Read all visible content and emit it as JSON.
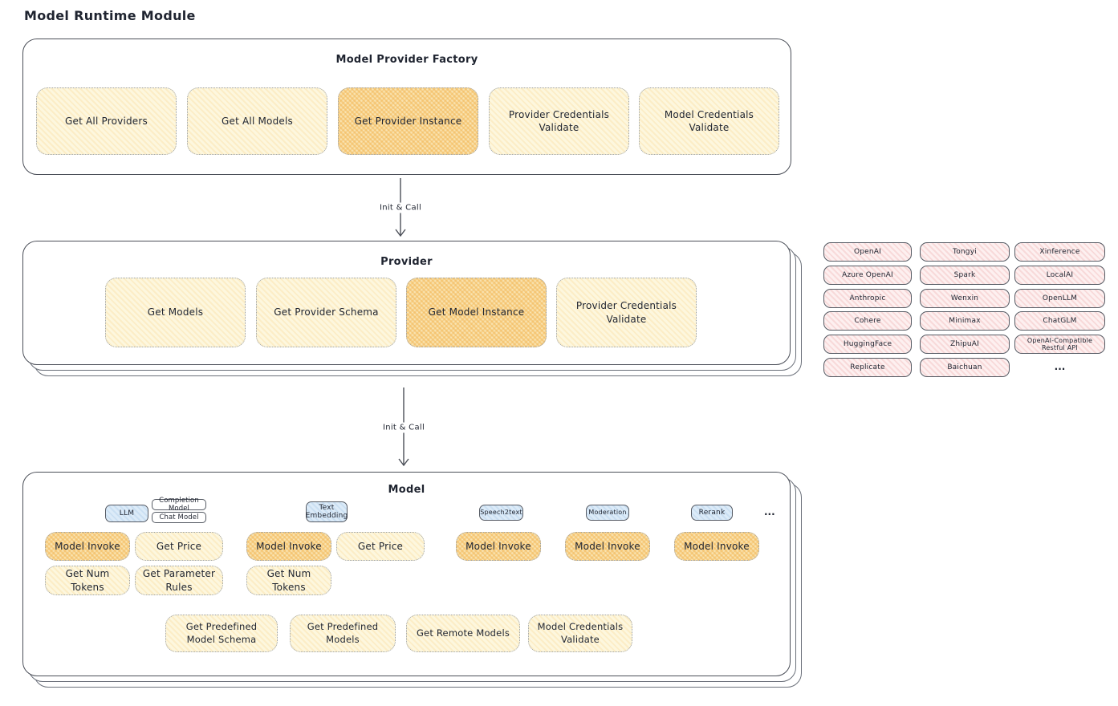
{
  "page": {
    "title": "Model Runtime Module"
  },
  "colors": {
    "button_cream": "#fdf7de",
    "button_highlight": "#f9e3b0",
    "provider_pink": "#fdf0f0",
    "tag_blue": "#dcebf8",
    "stroke": "#4b4f58"
  },
  "factory": {
    "title": "Model Provider Factory",
    "buttons": [
      {
        "label": "Get All Providers",
        "highlight": false
      },
      {
        "label": "Get All Models",
        "highlight": false
      },
      {
        "label": "Get Provider Instance",
        "highlight": true
      },
      {
        "label": "Provider Credentials Validate",
        "highlight": false
      },
      {
        "label": "Model Credentials Validate",
        "highlight": false
      }
    ]
  },
  "arrows": {
    "label1": "Init & Call",
    "label2": "Init & Call"
  },
  "provider": {
    "title": "Provider",
    "buttons": [
      {
        "label": "Get Models",
        "highlight": false
      },
      {
        "label": "Get Provider Schema",
        "highlight": false
      },
      {
        "label": "Get Model Instance",
        "highlight": true
      },
      {
        "label": "Provider Credentials Validate",
        "highlight": false
      }
    ]
  },
  "grid": {
    "columns": [
      [
        "OpenAI",
        "Azure OpenAI",
        "Anthropic",
        "Cohere",
        "HuggingFace",
        "Replicate"
      ],
      [
        "Tongyi",
        "Spark",
        "Wenxin",
        "Minimax",
        "ZhipuAI",
        "Baichuan"
      ],
      [
        "Xinference",
        "LocalAI",
        "OpenLLM",
        "ChatGLM",
        "OpenAI-Compatible Restful API"
      ]
    ],
    "ellipsis": "..."
  },
  "model": {
    "title": "Model",
    "groups": [
      {
        "tag": "LLM",
        "subtags": [
          "Completion Model",
          "Chat Model"
        ],
        "buttons": [
          "Model Invoke",
          "Get Price",
          "Get Num Tokens",
          "Get Parameter Rules"
        ]
      },
      {
        "tag": "Text Embedding",
        "buttons": [
          "Model Invoke",
          "Get Price",
          "Get Num Tokens"
        ]
      },
      {
        "tag": "Speech2text",
        "buttons": [
          "Model Invoke"
        ]
      },
      {
        "tag": "Moderation",
        "buttons": [
          "Model Invoke"
        ]
      },
      {
        "tag": "Rerank",
        "buttons": [
          "Model Invoke"
        ]
      }
    ],
    "tags_ellipsis": "...",
    "bottom_buttons": [
      "Get Predefined Model Schema",
      "Get Predefined Models",
      "Get Remote Models",
      "Model Credentials Validate"
    ]
  }
}
